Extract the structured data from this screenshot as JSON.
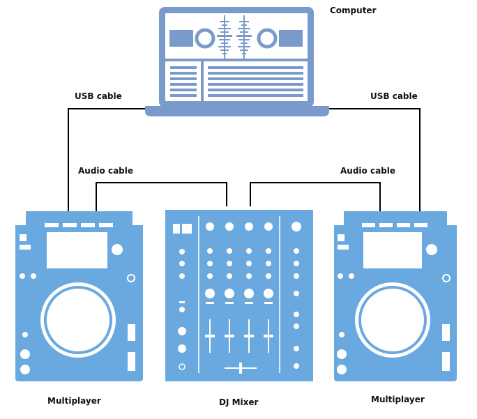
{
  "labels": {
    "computer": "Computer",
    "usb_left": "USB cable",
    "usb_right": "USB cable",
    "audio_left": "Audio cable",
    "audio_right": "Audio cable",
    "player_left": "Multiplayer",
    "mixer": "DJ Mixer",
    "player_right": "Multiplayer"
  },
  "colors": {
    "computer": "#7A9ACB",
    "device": "#6AA9DF",
    "cable": "#000000"
  }
}
